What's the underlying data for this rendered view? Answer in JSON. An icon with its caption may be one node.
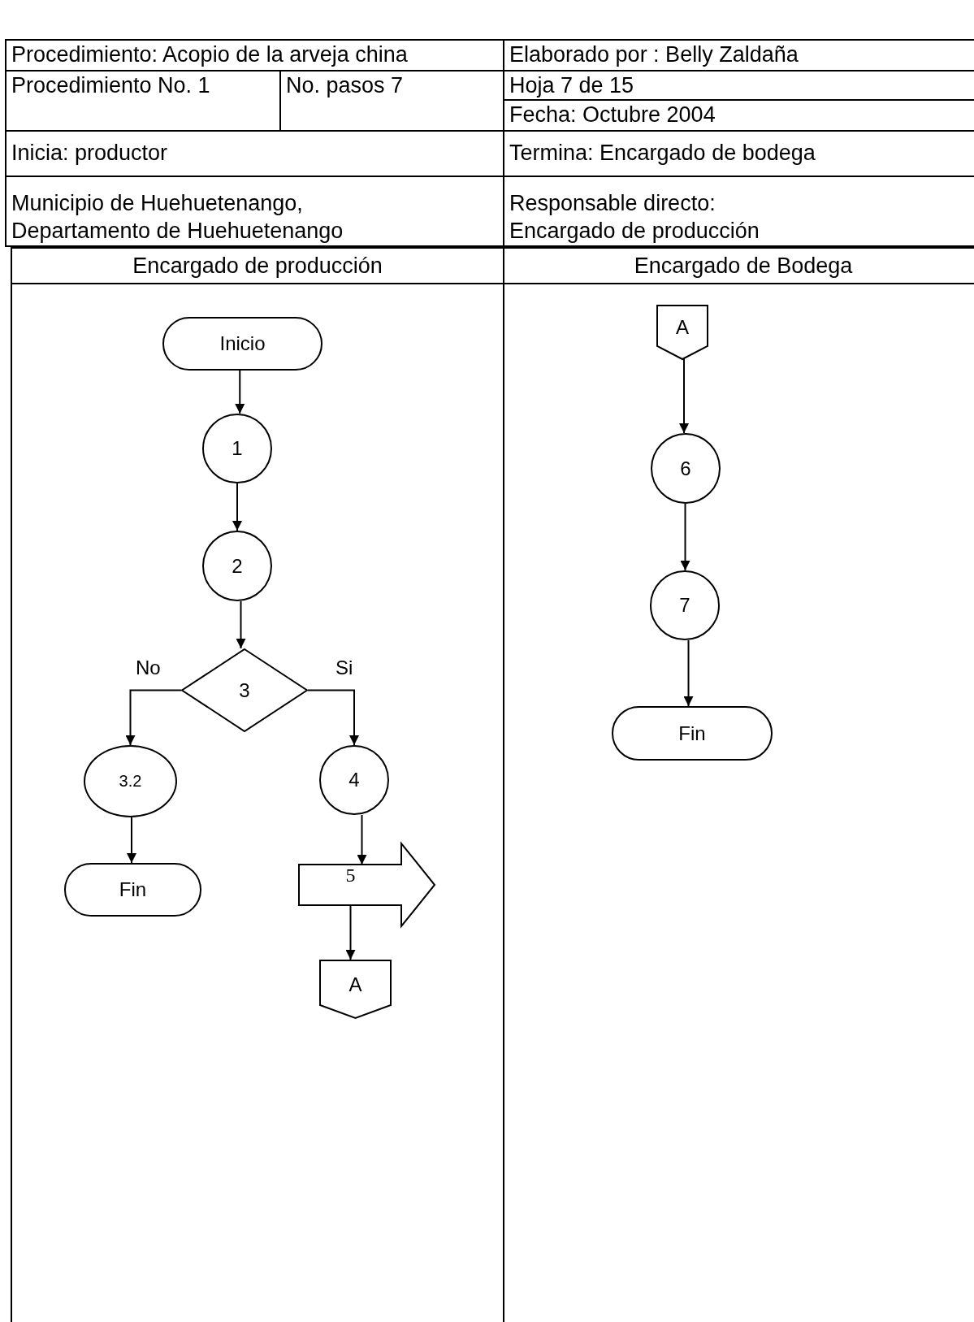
{
  "diagram": {
    "nodes": [
      {
        "text": [
          "Encargado de producción"
        ]
      },
      {
        "text": [
          "Encargado de Bodega"
        ]
      },
      {
        "text": [
          "Inicio"
        ],
        "in": 0
      },
      {
        "text": [
          "1"
        ],
        "in": 0
      },
      {
        "text": [
          "2"
        ],
        "in": 0
      },
      {
        "text": [
          "3"
        ],
        "in": 0
      },
      {
        "text": [
          "3.2"
        ],
        "in": 0
      },
      {
        "text": [
          "4"
        ],
        "in": 0
      },
      {
        "text": [
          "Fin"
        ],
        "in": 0
      },
      {
        "text": [
          "5"
        ],
        "in": 0
      },
      {
        "text": [
          "A"
        ],
        "in": 0
      },
      {
        "text": [
          "A"
        ],
        "in": 1
      },
      {
        "text": [
          "6"
        ],
        "in": 1
      },
      {
        "text": [
          "7"
        ],
        "in": 1
      },
      {
        "text": [
          "Fin"
        ],
        "in": 1
      }
    ],
    "edges": [
      {
        "from": 2,
        "to": 3,
        "arrow": "to"
      },
      {
        "from": 3,
        "to": 4,
        "arrow": "to"
      },
      {
        "from": 4,
        "to": 5,
        "arrow": "to"
      },
      {
        "from": 5,
        "to": 6,
        "arrow": "to",
        "label": "No"
      },
      {
        "from": 5,
        "to": 7,
        "arrow": "to",
        "label": "Si"
      },
      {
        "from": 6,
        "to": 8,
        "arrow": "to"
      },
      {
        "from": 7,
        "to": 9,
        "arrow": "to"
      },
      {
        "from": 9,
        "to": 10,
        "arrow": "to"
      },
      {
        "from": 11,
        "to": 12,
        "arrow": "to"
      },
      {
        "from": 12,
        "to": 13,
        "arrow": "to"
      },
      {
        "from": 13,
        "to": 14,
        "arrow": "to"
      }
    ],
    "labels": [
      "Procedimiento: Acopio de la arveja china",
      "Elaborado por : Belly Zaldaña",
      "Procedimiento No. 1",
      "No. pasos 7",
      "Hoja 7 de 15",
      "Fecha: Octubre 2004",
      "Inicia: productor",
      "Termina: Encargado de bodega",
      "Municipio de Huehuetenango, Departamento de Huehuetenango",
      "Responsable directo: Encargado de producción"
    ]
  }
}
